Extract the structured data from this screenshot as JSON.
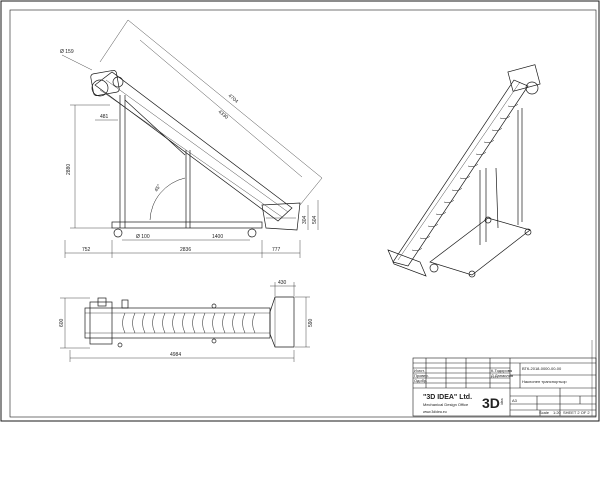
{
  "drawing": {
    "side_view": {
      "dims": {
        "pulley_diameter": "Ø 159",
        "offset": "481",
        "diagonal_outer": "4704",
        "diagonal_inner": "4330",
        "height": "2880",
        "angle": "45°",
        "wheel_diameter": "Ø 100",
        "wheel_span": "1400",
        "inlet_h1": "304",
        "inlet_h2": "504",
        "left_overhang": "752",
        "base_length": "2836",
        "right_overhang": "777"
      }
    },
    "plan_view": {
      "dims": {
        "hopper_width": "430",
        "left_width": "600",
        "right_width": "590",
        "total_length": "4984"
      }
    },
    "title_block": {
      "company_name": "\"3D IDEA\" Ltd.",
      "company_sub": "Mechanical Design Office",
      "company_web": "www.3didea.eu",
      "logo_text": "3D",
      "logo_sub": "idea",
      "rows": [
        {
          "label": "Изгот.",
          "value": "К.Тодорова"
        },
        {
          "label": "Провер.",
          "value": "Д.Данаилов"
        },
        {
          "label": "Одобр.",
          "value": ""
        }
      ],
      "drawing_no": "ВТК-2018-0000-00-00",
      "title_text": "Наклонен транспортьор",
      "material_text": "",
      "sheet_text": "SHEET 2 OF 2",
      "scale_label": "Scale",
      "scale_value": "1:20",
      "format_value": "A3"
    },
    "colors": {
      "line": "#1a1a1a",
      "paper": "#ffffff"
    }
  }
}
